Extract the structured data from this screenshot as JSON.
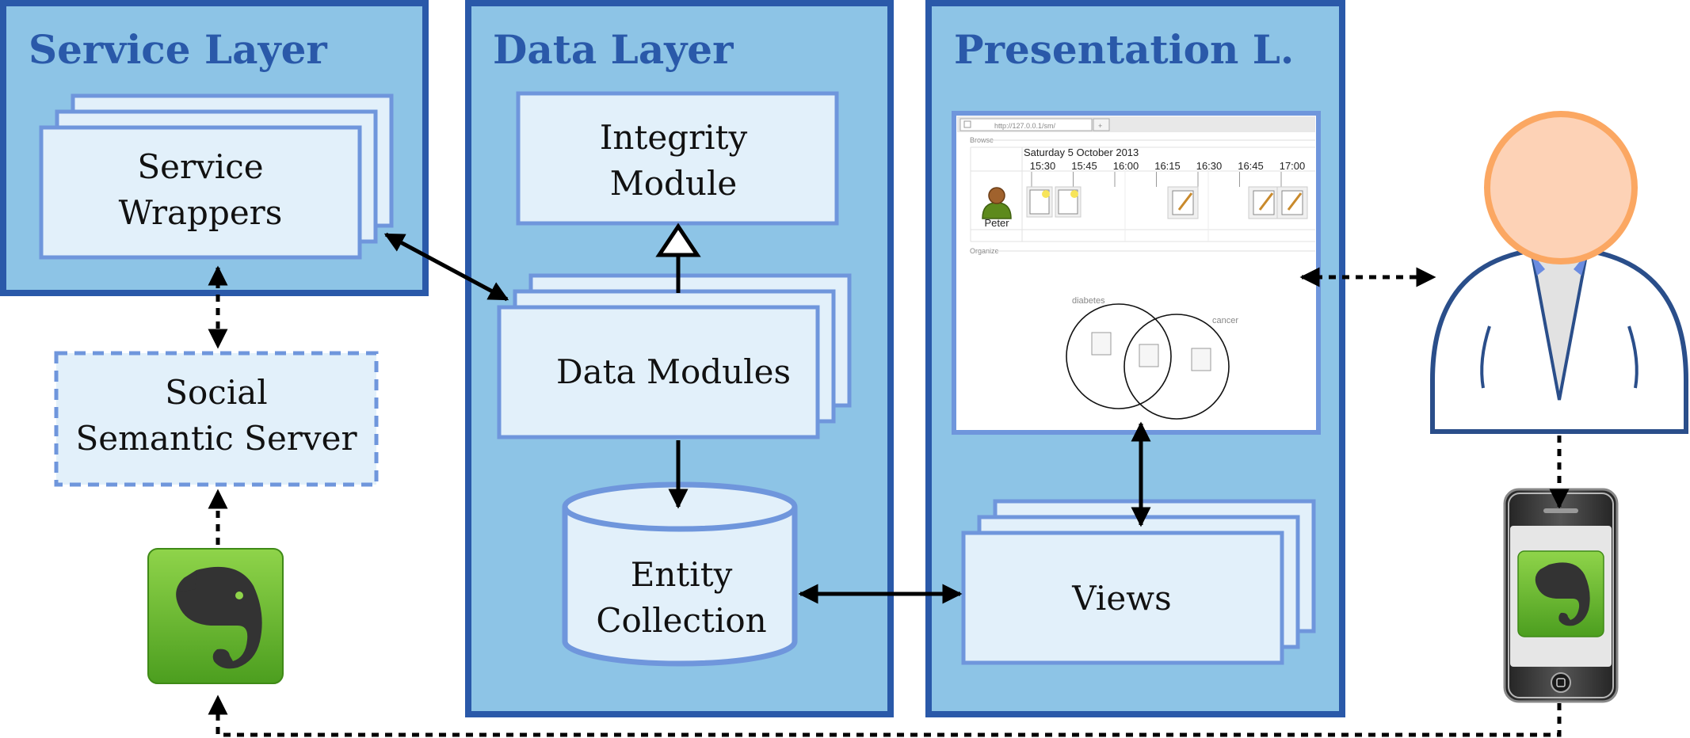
{
  "layers": {
    "service": {
      "title": "Service Layer"
    },
    "data": {
      "title": "Data Layer"
    },
    "presentation": {
      "title": "Presentation L."
    }
  },
  "boxes": {
    "service_wrappers": [
      "Service",
      "Wrappers"
    ],
    "social_semantic_server": [
      "Social",
      "Semantic Server"
    ],
    "integrity_module": [
      "Integrity",
      "Module"
    ],
    "data_modules": "Data Modules",
    "entity_collection": [
      "Entity",
      "Collection"
    ],
    "views": "Views"
  },
  "screenshot": {
    "url": "http://127.0.0.1/sm/",
    "new_tab": "+",
    "browse_label": "Browse",
    "date": "Saturday 5 October 2013",
    "times": [
      "15:30",
      "15:45",
      "16:00",
      "16:15",
      "16:30",
      "16:45",
      "17:00"
    ],
    "user": "Peter",
    "organize_label": "Organize",
    "circles": [
      "diabetes",
      "cancer"
    ]
  },
  "icons": [
    "evernote-elephant-icon",
    "user-figure-icon",
    "smartphone-icon"
  ],
  "colors": {
    "layer_fill": "#8dc4e6",
    "layer_border": "#2a59a9",
    "box_fill": "#e2f0fa",
    "box_border": "#6f96dc",
    "evernote_green": "#6fbf2d"
  }
}
